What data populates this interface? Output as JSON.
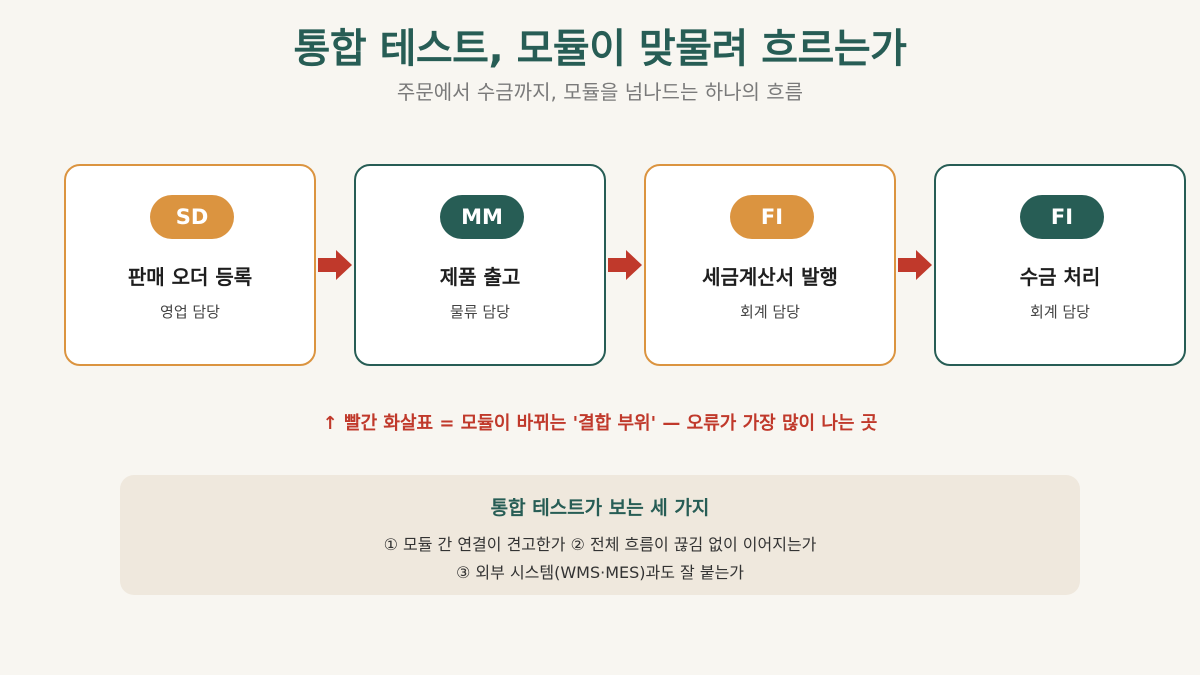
{
  "header": {
    "title": "통합 테스트, 모듈이 맞물려 흐르는가",
    "subtitle": "주문에서 수금까지, 모듈을 넘나드는 하나의 흐름"
  },
  "steps": [
    {
      "module": "SD",
      "name": "판매 오더 등록",
      "owner": "영업 담당",
      "color": "#db9440"
    },
    {
      "module": "MM",
      "name": "제품 출고",
      "owner": "물류 담당",
      "color": "#275d55"
    },
    {
      "module": "FI",
      "name": "세금계산서 발행",
      "owner": "회계 담당",
      "color": "#db9440"
    },
    {
      "module": "FI",
      "name": "수금 처리",
      "owner": "회계 담당",
      "color": "#275d55"
    }
  ],
  "arrow_color": "#c0392b",
  "note": "↑ 빨간 화살표 = 모듈이 바뀌는 '결합 부위' — 오류가 가장 많이 나는 곳",
  "panel": {
    "title": "통합 테스트가 보는 세 가지",
    "line1": "① 모듈 간 연결이 견고한가 ② 전체 흐름이 끊김 없이 이어지는가",
    "line2": "③ 외부 시스템(WMS·MES)과도 잘 붙는가"
  }
}
